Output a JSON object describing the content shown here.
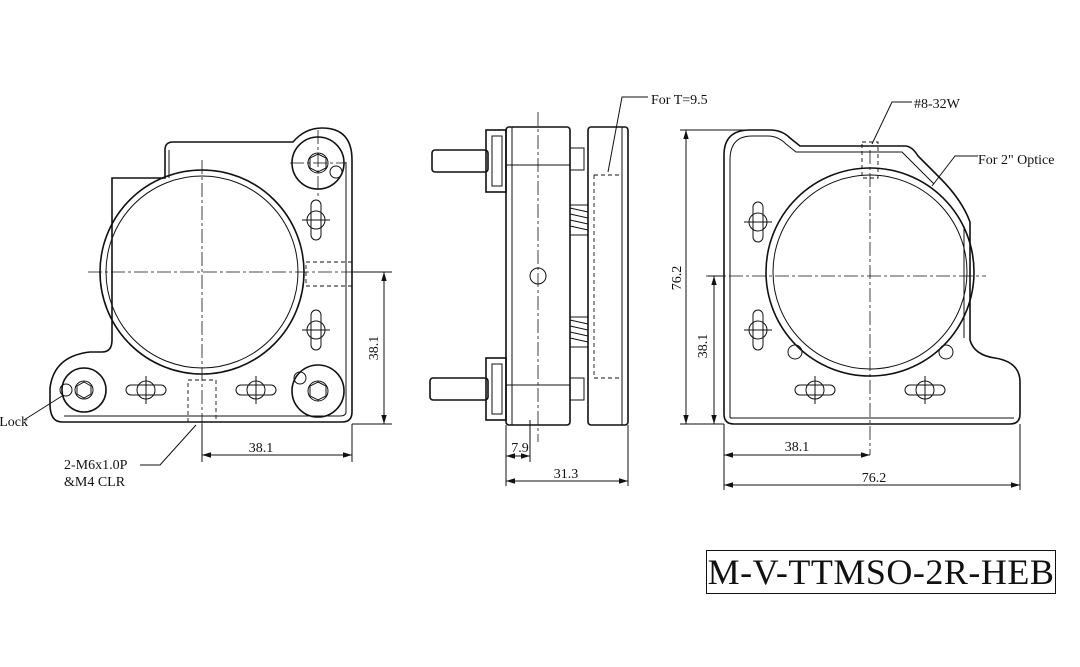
{
  "part_number": "M-V-TTMSO-2R-HEB",
  "front_view": {
    "lock_label": "Lock",
    "thread_label_line1": "2-M6x1.0P",
    "thread_label_line2": "&M4 CLR",
    "dim_width": "38.1",
    "dim_height": "38.1"
  },
  "side_view": {
    "thickness_label": "For T=9.5",
    "dim_small": "7.9",
    "dim_depth": "31.3"
  },
  "rear_view": {
    "screw_label": "#8-32W",
    "optic_label": "For 2\" Optice",
    "dim_total_height": "76.2",
    "dim_center_height": "38.1",
    "dim_center_width": "38.1",
    "dim_total_width": "76.2"
  }
}
